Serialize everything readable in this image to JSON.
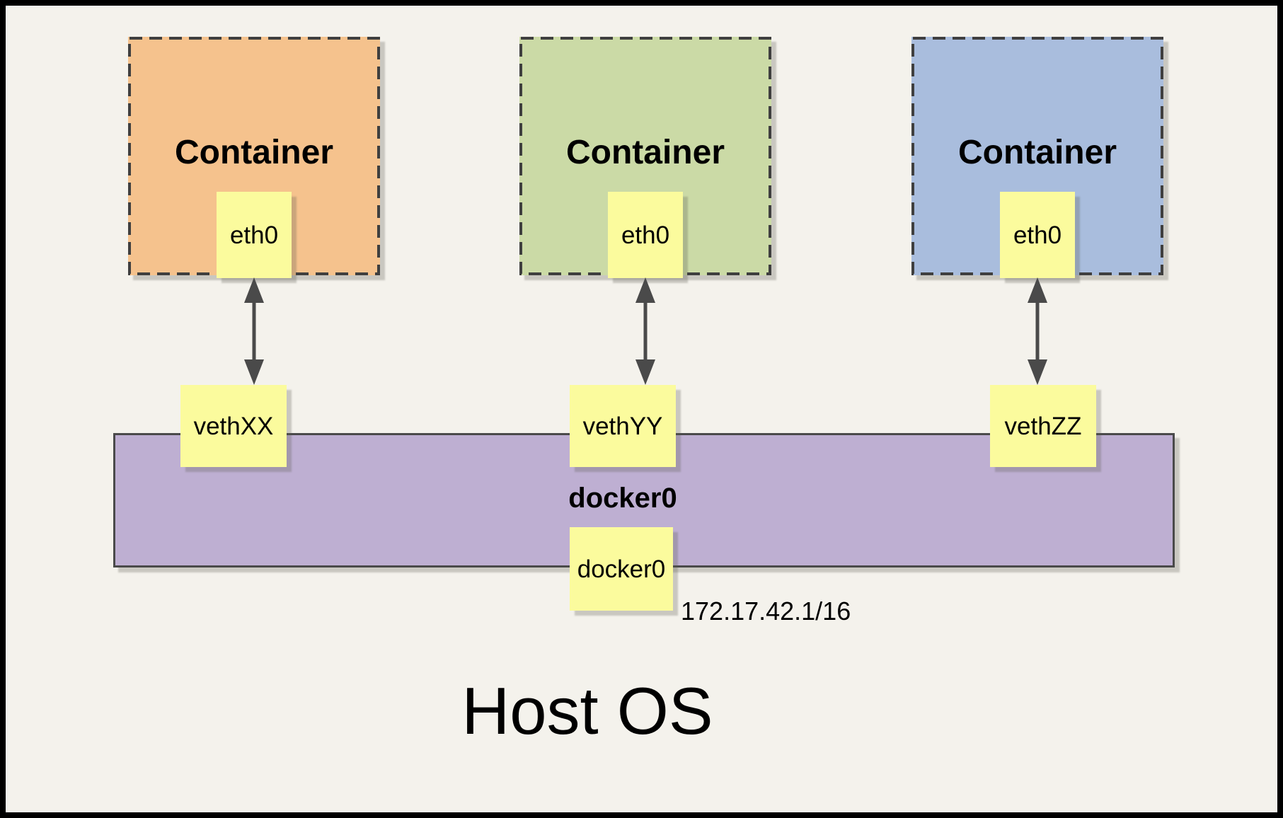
{
  "diagram": {
    "host_os": {
      "label": "Host OS"
    },
    "containers": [
      {
        "label": "Container",
        "interface_label": "eth0",
        "veth_label": "vethXX",
        "fill_color": "#F5C28D"
      },
      {
        "label": "Container",
        "interface_label": "eth0",
        "veth_label": "vethYY",
        "fill_color": "#CBDAA6"
      },
      {
        "label": "Container",
        "interface_label": "eth0",
        "veth_label": "vethZZ",
        "fill_color": "#A9BDDD"
      }
    ],
    "bridge": {
      "name_label": "docker0",
      "interface_label": "docker0",
      "ip_label": "172.17.42.1/16",
      "fill_color": "#BEAFD2"
    },
    "colors": {
      "page_background": "#F4F2EC",
      "page_frame": "#000000",
      "note_yellow": "#FBFB9D",
      "dashed_border": "#3F3F3F",
      "solid_border": "#4A4A4A",
      "arrow_gray": "#4A4A4A",
      "text": "#000000"
    },
    "icons": {
      "link_arrow": "vertical-double-headed-arrow"
    }
  }
}
